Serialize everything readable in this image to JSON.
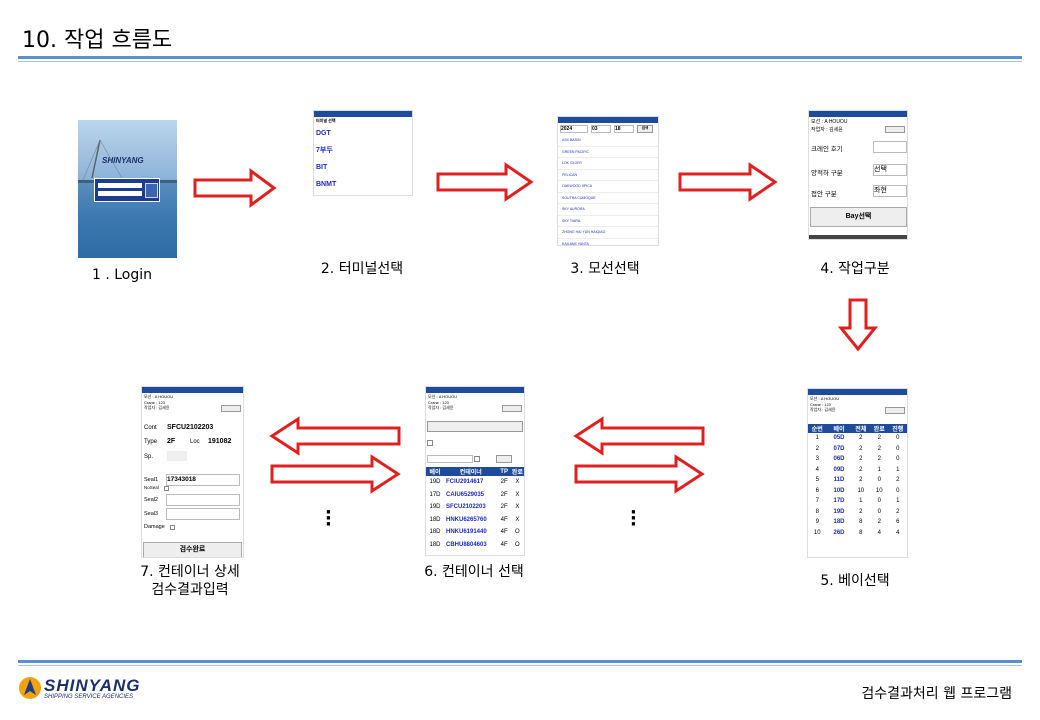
{
  "page": {
    "title": "10. 작업 흐름도",
    "footer_right": "검수결과처리 웹 프로그램",
    "footer_logo": "SHINYANG",
    "footer_logo_sub": "SHIPPING SERVICE AGENCIES"
  },
  "steps": [
    {
      "label": "1 . Login"
    },
    {
      "label": "2. 터미널선택"
    },
    {
      "label": "3. 모선선택"
    },
    {
      "label": "4. 작업구분"
    },
    {
      "label": "5. 베이선택"
    },
    {
      "label": "6. 컨테이너 선택"
    },
    {
      "label_line1": "7. 컨테이너 상세",
      "label_line2": "검수결과입력"
    }
  ],
  "login": {
    "logo": "SHINYANG"
  },
  "terminal": {
    "header": "터미널 선택",
    "items": [
      "DGT",
      "7부두",
      "BIT",
      "BNMT"
    ]
  },
  "vessel": {
    "year": "2024",
    "month": "03",
    "day": "18",
    "search": "검색",
    "vessels": [
      "ASX BASIN",
      "GREEN PACIFIC",
      "LOK GLORY",
      "PELICAN",
      "OAKWOOD SPICA",
      "SOUTHA CUMOQUE",
      "SKY AURORA",
      "SKY TIARA",
      "ZHONG HAI YUN HAIQIAO",
      "KAILANE YANTA"
    ]
  },
  "workType": {
    "vessel": "모선 : A HOUOU",
    "worker": "작업자 : 김세윤",
    "crane_label": "크레인 호기",
    "load_label": "양적하 구분",
    "load_value": "선택",
    "side_label": "접안 구분",
    "side_value": "좌현",
    "button": "Bay선택"
  },
  "bay": {
    "vessel": "모선 : A HOUOU",
    "crane": "Crane : 123",
    "worker": "작업자 : 김세윤",
    "headers": [
      "순번",
      "베이",
      "전체",
      "완료",
      "진행"
    ],
    "rows": [
      [
        "1",
        "05D",
        "2",
        "2",
        "0"
      ],
      [
        "2",
        "07D",
        "2",
        "2",
        "0"
      ],
      [
        "3",
        "06D",
        "2",
        "2",
        "0"
      ],
      [
        "4",
        "09D",
        "2",
        "1",
        "1"
      ],
      [
        "5",
        "11D",
        "2",
        "0",
        "2"
      ],
      [
        "6",
        "10D",
        "10",
        "10",
        "0"
      ],
      [
        "7",
        "17D",
        "1",
        "0",
        "1"
      ],
      [
        "8",
        "19D",
        "2",
        "0",
        "2"
      ],
      [
        "9",
        "18D",
        "8",
        "2",
        "6"
      ],
      [
        "10",
        "26D",
        "8",
        "4",
        "4"
      ]
    ]
  },
  "container": {
    "vessel": "모선 : A HOUOU",
    "crane": "Crane : 123",
    "worker": "작업자 : 김세윤",
    "headers": [
      "베이",
      "컨테이너",
      "TP",
      "완료"
    ],
    "rows": [
      [
        "19D",
        "FCIU2914617",
        "2F",
        "X"
      ],
      [
        "17D",
        "CAIU6529035",
        "2F",
        "X"
      ],
      [
        "19D",
        "SFCU2102203",
        "2F",
        "X"
      ],
      [
        "18D",
        "HNKU6265760",
        "4F",
        "X"
      ],
      [
        "18D",
        "HNKU6191440",
        "4F",
        "O"
      ],
      [
        "18D",
        "CBHU8804603",
        "4F",
        "O"
      ]
    ]
  },
  "detail": {
    "vessel": "모선 : A HOUOU",
    "crane": "Crane : 123",
    "worker": "작업자 : 김세윤",
    "cont_label": "Cont",
    "cont_value": "SFCU2102203",
    "type_label": "Type",
    "type_value": "2F",
    "loc_label": "Loc",
    "loc_value": "191082",
    "sp_label": "Sp.",
    "seal1_label": "Seal1",
    "seal1_value": "17343018",
    "noseal_label": "NoSeal",
    "seal2_label": "Seal2",
    "seal3_label": "Seal3",
    "damage_label": "Damage",
    "button": "검수완료"
  },
  "colors": {
    "accent": "#1f4c9a",
    "arrow": "#e02020",
    "rule": "#5b8ed2"
  }
}
